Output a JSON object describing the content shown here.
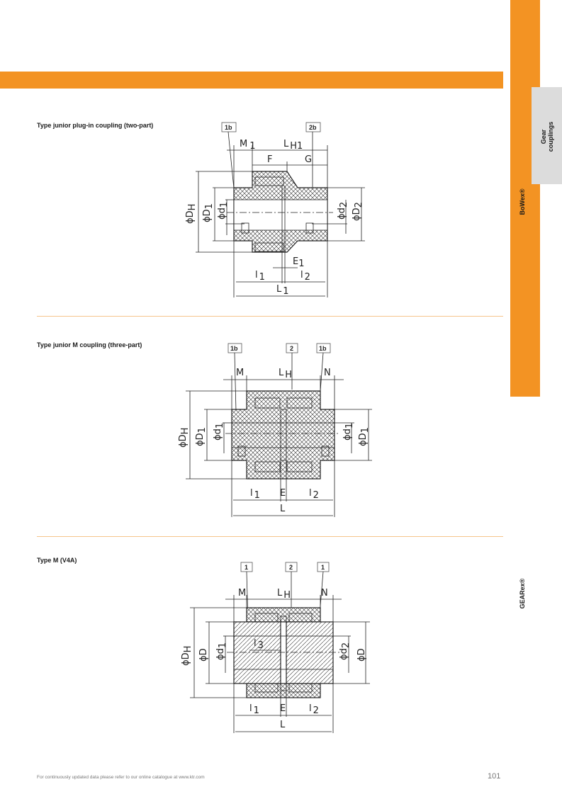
{
  "side": {
    "tab_label_line1": "Gear",
    "tab_label_line2": "couplings",
    "brand1": "BoWex®",
    "brand2": "GEARex®"
  },
  "sections": [
    {
      "title": "Type junior plug-in coupling (two-part)",
      "parts": [
        "1b",
        "2b"
      ],
      "labels": {
        "M1": [
          "M",
          "1"
        ],
        "LH1": [
          "L",
          "H1"
        ],
        "F": [
          "F",
          ""
        ],
        "G": [
          "G",
          ""
        ],
        "DH": [
          "ϕD",
          "H"
        ],
        "D1": [
          "ϕD",
          "1"
        ],
        "d1": [
          "ϕd",
          "1"
        ],
        "d2": [
          "ϕd",
          "2"
        ],
        "D2": [
          "ϕD",
          "2"
        ],
        "E1": [
          "E",
          "1"
        ],
        "l1": [
          "l",
          "1"
        ],
        "l2": [
          "l",
          "2"
        ],
        "L1": [
          "L",
          "1"
        ]
      }
    },
    {
      "title": "Type junior M coupling (three-part)",
      "parts": [
        "1b",
        "2",
        "1b"
      ],
      "labels": {
        "M": [
          "M",
          ""
        ],
        "LH": [
          "L",
          "H"
        ],
        "N": [
          "N",
          ""
        ],
        "DH": [
          "ϕD",
          "H"
        ],
        "D1": [
          "ϕD",
          "1"
        ],
        "d1": [
          "ϕd",
          "1"
        ],
        "d1r": [
          "ϕd",
          "1"
        ],
        "D1r": [
          "ϕD",
          "1"
        ],
        "l1": [
          "l",
          "1"
        ],
        "E": [
          "E",
          ""
        ],
        "l2": [
          "l",
          "2"
        ],
        "L": [
          "L",
          ""
        ]
      }
    },
    {
      "title": "Type M (V4A)",
      "parts": [
        "1",
        "2",
        "1"
      ],
      "labels": {
        "M": [
          "M",
          ""
        ],
        "LH": [
          "L",
          "H"
        ],
        "N": [
          "N",
          ""
        ],
        "DH": [
          "ϕD",
          "H"
        ],
        "D": [
          "ϕD",
          ""
        ],
        "d1": [
          "ϕd",
          "1"
        ],
        "l3": [
          "l",
          "3"
        ],
        "d2": [
          "ϕd",
          "2"
        ],
        "Dr": [
          "ϕD",
          ""
        ],
        "l1": [
          "l",
          "1"
        ],
        "E": [
          "E",
          ""
        ],
        "l2": [
          "l",
          "2"
        ],
        "L": [
          "L",
          ""
        ]
      }
    }
  ],
  "footer": {
    "note": "For continuously updated data please refer to our online catalogue at www.ktr.com",
    "page_number": "101"
  },
  "colors": {
    "accent": "#f39323",
    "tab_gray": "#dcdcdc",
    "separator": "#f6c58c"
  }
}
